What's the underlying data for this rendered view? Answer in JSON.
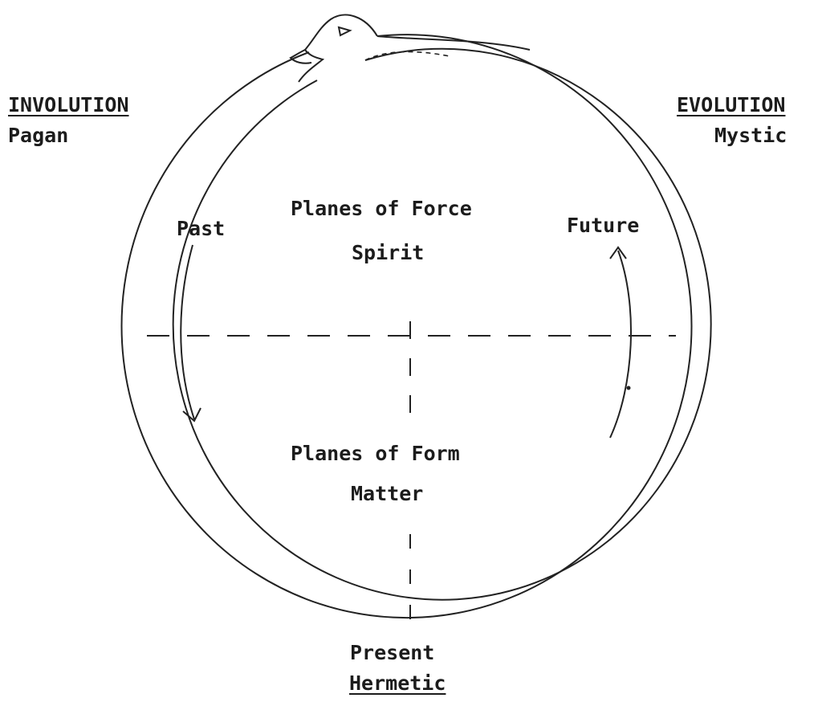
{
  "labels": {
    "involution": "INVOLUTION",
    "pagan": "Pagan",
    "evolution": "EVOLUTION",
    "mystic": "Mystic",
    "past": "Past",
    "future": "Future",
    "planes_of_force": "Planes of Force",
    "spirit": "Spirit",
    "planes_of_form": "Planes of Form",
    "matter": "Matter",
    "present": "Present",
    "hermetic": "Hermetic"
  },
  "colors": {
    "ink": "#1c1c1c",
    "background": "#ffffff"
  }
}
